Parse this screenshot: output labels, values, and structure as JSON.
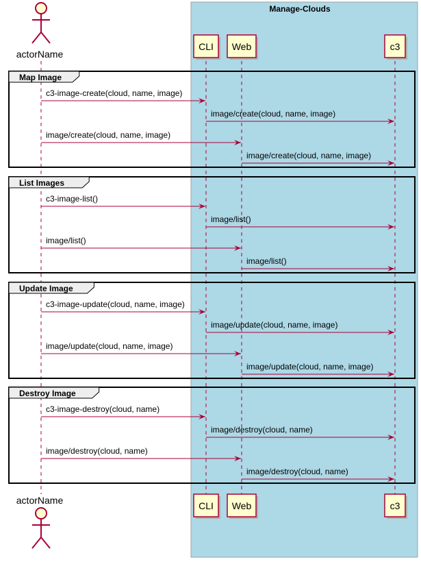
{
  "box": {
    "title": "Manage-Clouds",
    "fill": "#ADD8E6"
  },
  "actor": {
    "name": "actorName",
    "color": "#A80036",
    "fill": "#FEFECE"
  },
  "participants": [
    {
      "id": "cli",
      "name": "CLI"
    },
    {
      "id": "web",
      "name": "Web"
    },
    {
      "id": "c3",
      "name": "c3"
    }
  ],
  "colors": {
    "arrow": "#A80036",
    "participant_fill": "#FEFECE",
    "frame_border": "#000000"
  },
  "groups": [
    {
      "title": "Map Image",
      "messages": [
        {
          "from": "actor",
          "to": "cli",
          "label": "c3-image-create(cloud, name, image)"
        },
        {
          "from": "cli",
          "to": "c3",
          "label": "image/create(cloud, name, image)"
        },
        {
          "from": "actor",
          "to": "web",
          "label": "image/create(cloud, name, image)"
        },
        {
          "from": "web",
          "to": "c3",
          "label": "image/create(cloud, name, image)"
        }
      ]
    },
    {
      "title": "List Images",
      "messages": [
        {
          "from": "actor",
          "to": "cli",
          "label": "c3-image-list()"
        },
        {
          "from": "cli",
          "to": "c3",
          "label": "image/list()"
        },
        {
          "from": "actor",
          "to": "web",
          "label": "image/list()"
        },
        {
          "from": "web",
          "to": "c3",
          "label": "image/list()"
        }
      ]
    },
    {
      "title": "Update Image",
      "messages": [
        {
          "from": "actor",
          "to": "cli",
          "label": "c3-image-update(cloud, name, image)"
        },
        {
          "from": "cli",
          "to": "c3",
          "label": "image/update(cloud, name, image)"
        },
        {
          "from": "actor",
          "to": "web",
          "label": "image/update(cloud, name, image)"
        },
        {
          "from": "web",
          "to": "c3",
          "label": "image/update(cloud, name, image)"
        }
      ]
    },
    {
      "title": "Destroy Image",
      "messages": [
        {
          "from": "actor",
          "to": "cli",
          "label": "c3-image-destroy(cloud, name)"
        },
        {
          "from": "cli",
          "to": "c3",
          "label": "image/destroy(cloud, name)"
        },
        {
          "from": "actor",
          "to": "web",
          "label": "image/destroy(cloud, name)"
        },
        {
          "from": "web",
          "to": "c3",
          "label": "image/destroy(cloud, name)"
        }
      ]
    }
  ]
}
